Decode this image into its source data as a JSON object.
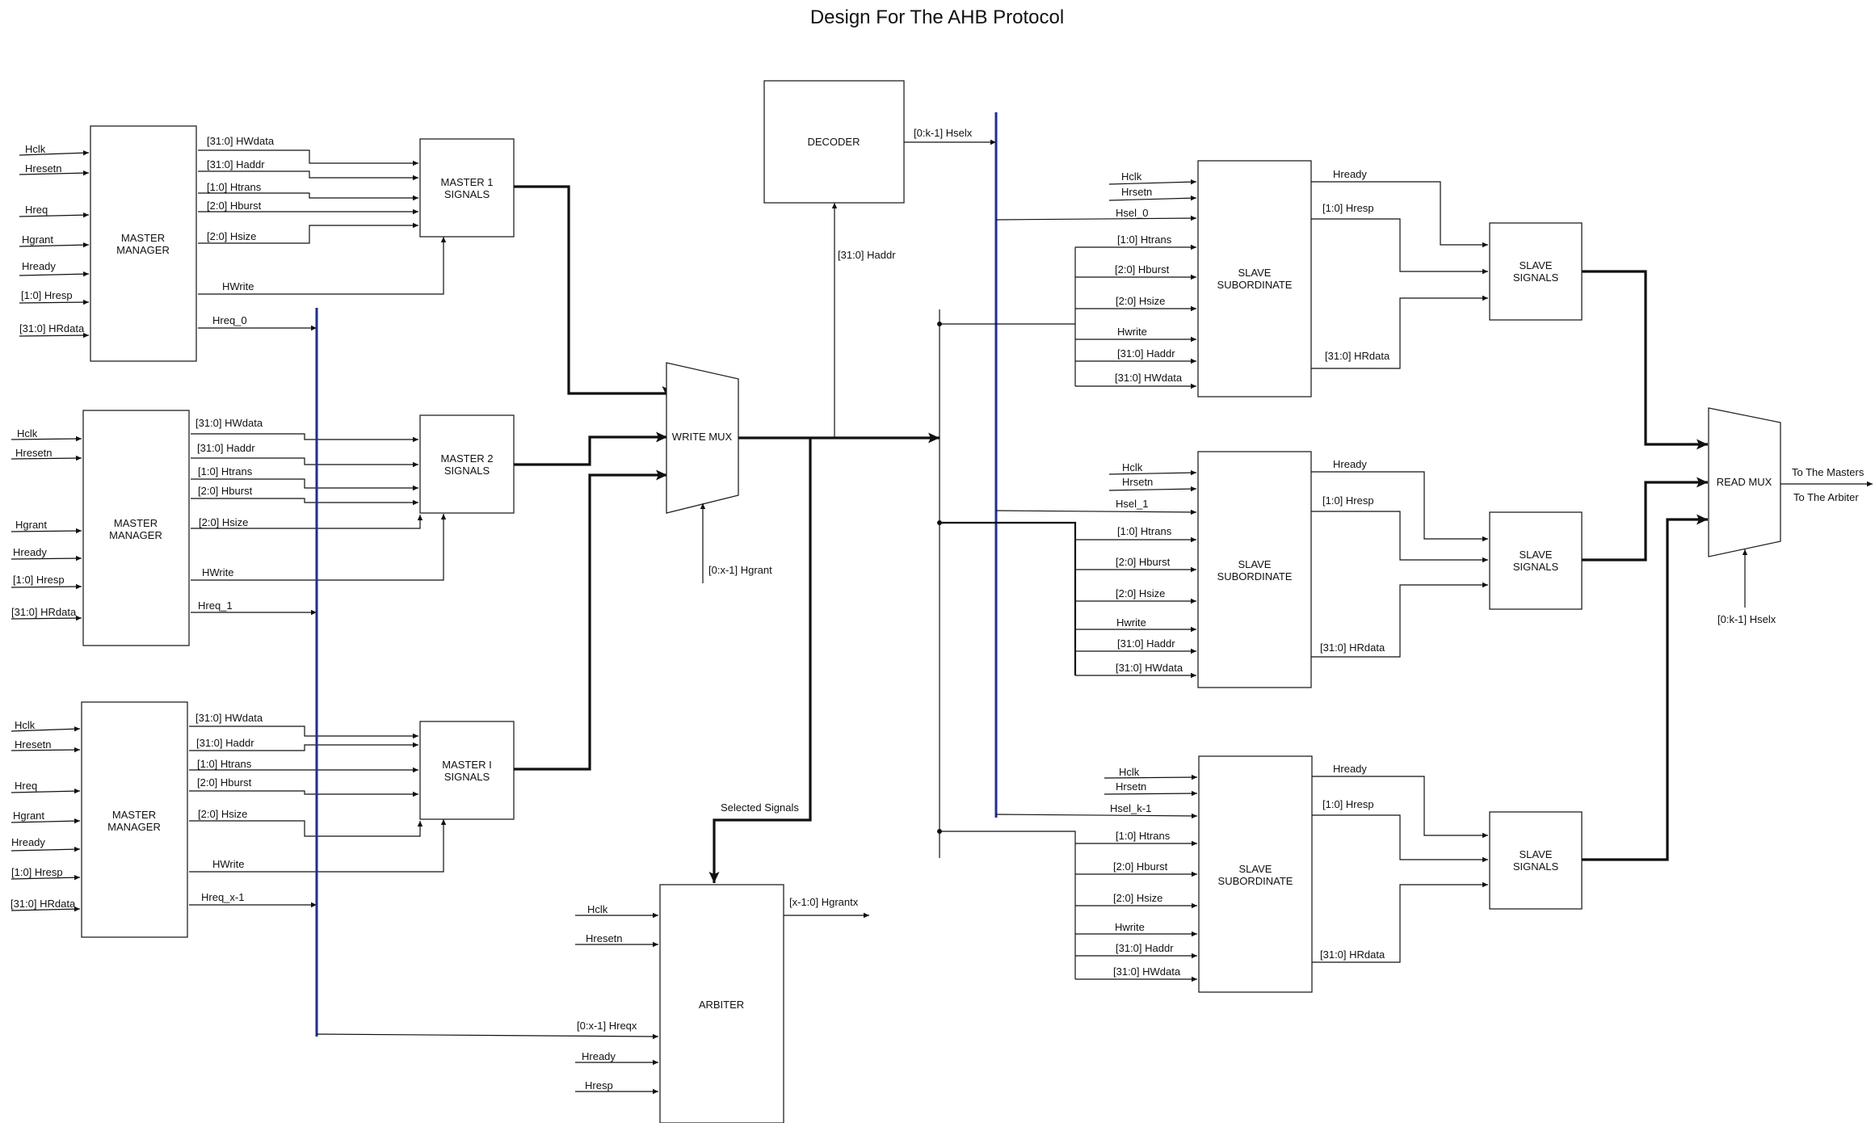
{
  "title": "Design For The AHB Protocol",
  "masters": [
    {
      "block_label": [
        "MASTER",
        "MANAGER"
      ],
      "inputs": [
        "Hclk",
        "Hresetn",
        "Hreq",
        "Hgrant",
        "Hready",
        "[1:0] Hresp",
        "[31:0] HRdata"
      ],
      "outputs": [
        "[31:0] HWdata",
        "[31:0] Haddr",
        "[1:0] Htrans",
        "[2:0] Hburst",
        "[2:0] Hsize",
        "HWrite",
        "Hreq_0"
      ],
      "signals_label": [
        "MASTER 1",
        "SIGNALS"
      ]
    },
    {
      "block_label": [
        "MASTER",
        "MANAGER"
      ],
      "inputs": [
        "Hclk",
        "Hresetn",
        "Hgrant",
        "Hready",
        "[1:0] Hresp",
        "[31:0] HRdata"
      ],
      "outputs": [
        "[31:0] HWdata",
        "[31:0] Haddr",
        "[1:0] Htrans",
        "[2:0] Hburst",
        "[2:0] Hsize",
        "HWrite",
        "Hreq_1"
      ],
      "signals_label": [
        "MASTER 2",
        "SIGNALS"
      ]
    },
    {
      "block_label": [
        "MASTER",
        "MANAGER"
      ],
      "inputs": [
        "Hclk",
        "Hresetn",
        "Hreq",
        "Hgrant",
        "Hready",
        "[1:0] Hresp",
        "[31:0] HRdata"
      ],
      "outputs": [
        "[31:0] HWdata",
        "[31:0] Haddr",
        "[1:0] Htrans",
        "[2:0] Hburst",
        "[2:0] Hsize",
        "HWrite",
        "Hreq_x-1"
      ],
      "signals_label": [
        "MASTER I",
        "SIGNALS"
      ]
    }
  ],
  "write_mux": {
    "label": "WRITE MUX",
    "select": "[0:x-1] Hgrant"
  },
  "decoder": {
    "label": "DECODER",
    "input": "[31:0] Haddr",
    "output": "[0:k-1] Hselx"
  },
  "arbiter": {
    "label": "ARBITER",
    "inputs": [
      "Hclk",
      "Hresetn",
      "[0:x-1] Hreqx",
      "Hready",
      "Hresp"
    ],
    "output": "[x-1:0] Hgrantx",
    "selected": "Selected Signals"
  },
  "slaves": [
    {
      "block_label": [
        "SLAVE",
        "SUBORDINATE"
      ],
      "inputs": [
        "Hclk",
        "Hrsetn",
        "Hsel_0",
        "[1:0] Htrans",
        "[2:0] Hburst",
        "[2:0] Hsize",
        "Hwrite",
        "[31:0] Haddr",
        "[31:0] HWdata"
      ],
      "outputs": [
        "Hready",
        "[1:0] Hresp",
        "[31:0] HRdata"
      ],
      "signals_label": [
        "SLAVE",
        "SIGNALS"
      ]
    },
    {
      "block_label": [
        "SLAVE",
        "SUBORDINATE"
      ],
      "inputs": [
        "Hclk",
        "Hrsetn",
        "Hsel_1",
        "[1:0] Htrans",
        "[2:0] Hburst",
        "[2:0] Hsize",
        "Hwrite",
        "[31:0] Haddr",
        "[31:0] HWdata"
      ],
      "outputs": [
        "Hready",
        "[1:0] Hresp",
        "[31:0] HRdata"
      ],
      "signals_label": [
        "SLAVE",
        "SIGNALS"
      ]
    },
    {
      "block_label": [
        "SLAVE",
        "SUBORDINATE"
      ],
      "inputs": [
        "Hclk",
        "Hrsetn",
        "Hsel_k-1",
        "[1:0] Htrans",
        "[2:0] Hburst",
        "[2:0] Hsize",
        "Hwrite",
        "[31:0] Haddr",
        "[31:0] HWdata"
      ],
      "outputs": [
        "Hready",
        "[1:0] Hresp",
        "[31:0] HRdata"
      ],
      "signals_label": [
        "SLAVE",
        "SIGNALS"
      ]
    }
  ],
  "read_mux": {
    "label": "READ MUX",
    "select": "[0:k-1] Hselx",
    "outputs": [
      "To The Masters",
      "To The Arbiter"
    ]
  },
  "colors": {
    "bus": "#1f2f8f",
    "line": "#111111",
    "box_border": "#222222"
  }
}
